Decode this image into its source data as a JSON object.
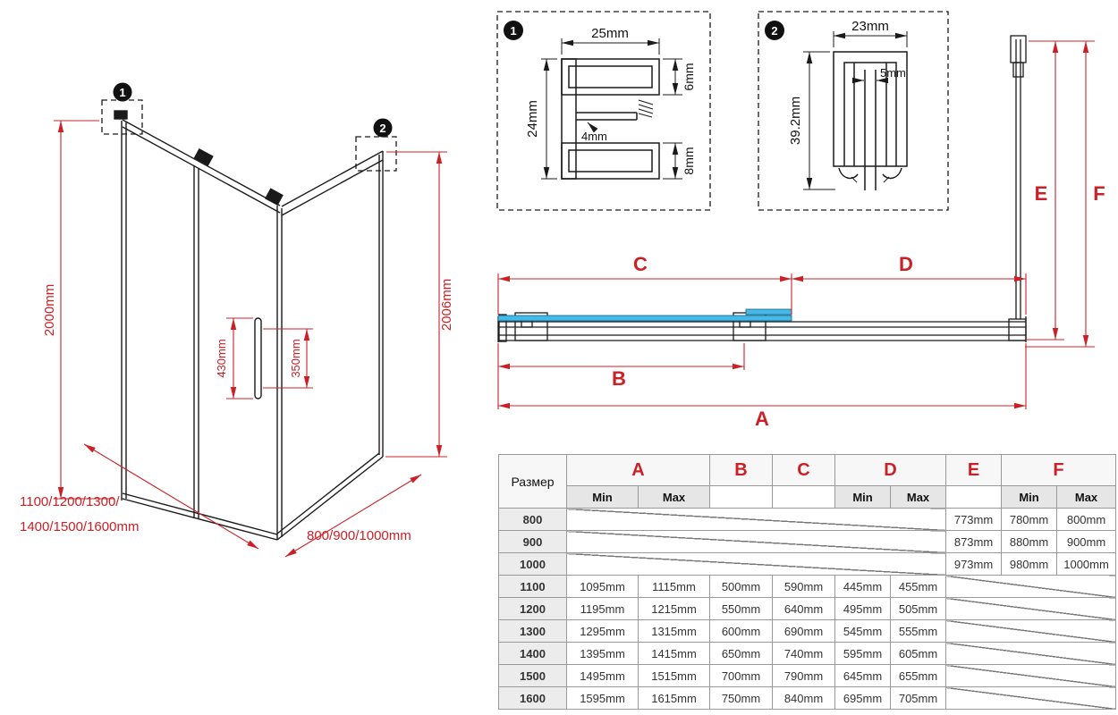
{
  "colors": {
    "dimension_red": "#cc2027",
    "structure_black": "#1a1a1a",
    "glass_blue": "#45b9e9",
    "table_border_gray": "#999999",
    "header_gray": "#e6e6e6"
  },
  "iso": {
    "callout1": "1",
    "callout2": "2",
    "dim_height_left": "2000mm",
    "dim_height_right": "2006mm",
    "dim_handle_overall": "430mm",
    "dim_handle_holes": "350mm",
    "dim_width_line1": "1100/1200/1300/",
    "dim_width_line2": "1400/1500/1600mm",
    "dim_depth": "800/900/1000mm"
  },
  "detail1": {
    "callout": "1",
    "dim_width": "25mm",
    "dim_height": "24mm",
    "dim_slot": "4mm",
    "dim_top": "6mm",
    "dim_bottom": "8mm"
  },
  "detail2": {
    "callout": "2",
    "dim_width": "23mm",
    "dim_glass": "5mm",
    "dim_height": "39.2mm"
  },
  "section": {
    "label_a": "A",
    "label_b": "B",
    "label_c": "C",
    "label_d": "D",
    "label_e": "E",
    "label_f": "F"
  },
  "table": {
    "size_header": "Размер",
    "col_a": "A",
    "col_b": "B",
    "col_c": "C",
    "col_d": "D",
    "col_e": "E",
    "col_f": "F",
    "min": "Min",
    "max": "Max",
    "rows": [
      {
        "size": "800",
        "a_min": "",
        "a_max": "",
        "b": "",
        "c": "",
        "d_min": "",
        "d_max": "",
        "e": "773mm",
        "f_min": "780mm",
        "f_max": "800mm"
      },
      {
        "size": "900",
        "a_min": "",
        "a_max": "",
        "b": "",
        "c": "",
        "d_min": "",
        "d_max": "",
        "e": "873mm",
        "f_min": "880mm",
        "f_max": "900mm"
      },
      {
        "size": "1000",
        "a_min": "",
        "a_max": "",
        "b": "",
        "c": "",
        "d_min": "",
        "d_max": "",
        "e": "973mm",
        "f_min": "980mm",
        "f_max": "1000mm"
      },
      {
        "size": "1100",
        "a_min": "1095mm",
        "a_max": "1115mm",
        "b": "500mm",
        "c": "590mm",
        "d_min": "445mm",
        "d_max": "455mm",
        "e": "",
        "f_min": "",
        "f_max": ""
      },
      {
        "size": "1200",
        "a_min": "1195mm",
        "a_max": "1215mm",
        "b": "550mm",
        "c": "640mm",
        "d_min": "495mm",
        "d_max": "505mm",
        "e": "",
        "f_min": "",
        "f_max": ""
      },
      {
        "size": "1300",
        "a_min": "1295mm",
        "a_max": "1315mm",
        "b": "600mm",
        "c": "690mm",
        "d_min": "545mm",
        "d_max": "555mm",
        "e": "",
        "f_min": "",
        "f_max": ""
      },
      {
        "size": "1400",
        "a_min": "1395mm",
        "a_max": "1415mm",
        "b": "650mm",
        "c": "740mm",
        "d_min": "595mm",
        "d_max": "605mm",
        "e": "",
        "f_min": "",
        "f_max": ""
      },
      {
        "size": "1500",
        "a_min": "1495mm",
        "a_max": "1515mm",
        "b": "700mm",
        "c": "790mm",
        "d_min": "645mm",
        "d_max": "655mm",
        "e": "",
        "f_min": "",
        "f_max": ""
      },
      {
        "size": "1600",
        "a_min": "1595mm",
        "a_max": "1615mm",
        "b": "750mm",
        "c": "840mm",
        "d_min": "695mm",
        "d_max": "705mm",
        "e": "",
        "f_min": "",
        "f_max": ""
      }
    ]
  }
}
